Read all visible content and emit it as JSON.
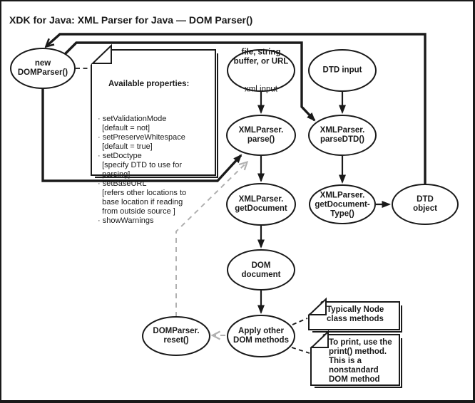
{
  "title": "XDK for Java: XML Parser for Java — DOM Parser()",
  "colors": {
    "ink": "#1a1a1a",
    "gray": "#b0b0b0",
    "background": "#ffffff"
  },
  "nodes": {
    "new_domparser": {
      "label": [
        "new",
        "DOMParser()"
      ]
    },
    "xml_input": {
      "label": [
        "file, string",
        "buffer, or URL"
      ],
      "sublabel": "xml input"
    },
    "dtd_input": {
      "label": [
        "DTD input"
      ]
    },
    "parse": {
      "label": [
        "XMLParser.",
        "parse()"
      ]
    },
    "parse_dtd": {
      "label": [
        "XMLParser.",
        "parseDTD()"
      ]
    },
    "get_document": {
      "label": [
        "XMLParser.",
        "getDocument"
      ]
    },
    "get_document_type": {
      "label": [
        "XMLParser.",
        "getDocument-",
        "Type()"
      ]
    },
    "dtd_object": {
      "label": [
        "DTD",
        "object"
      ]
    },
    "dom_document": {
      "label": [
        "DOM",
        "document"
      ]
    },
    "apply_dom_methods": {
      "label": [
        "Apply other",
        "DOM methods"
      ]
    },
    "reset": {
      "label": [
        "DOMParser.",
        "reset()"
      ]
    }
  },
  "notes": {
    "available_properties": {
      "heading": "Available properties:",
      "lines": [
        "· setValidationMode",
        "  [default = not]",
        "· setPreserveWhitespace",
        "  [default = true]",
        "· setDoctype",
        "  [specify DTD to use for",
        "  parsing]",
        "· setBaseURL",
        "  [refers other locations to",
        "  base location if reading",
        "  from outside source ]",
        "· showWarnings"
      ]
    },
    "node_methods": {
      "lines": [
        "Typically Node",
        "class methods"
      ]
    },
    "print_method": {
      "lines": [
        "To print, use the",
        "print() method.",
        "This is a",
        "nonstandard",
        "DOM method"
      ]
    }
  }
}
